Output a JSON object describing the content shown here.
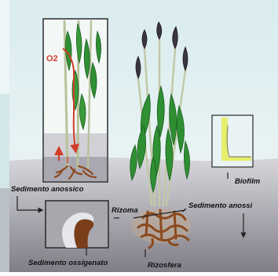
{
  "diagram": {
    "labels": {
      "oxygen": "O2",
      "anoxic_sediment_left": "Sedimento anossico",
      "anoxic_sediment_right": "Sedimento anossi",
      "biofilm": "Biofilm",
      "rhizome": "Rizoma",
      "oxygenated_sediment": "Sedimento ossigenato",
      "rhizosphere": "Rizosfera"
    },
    "colors": {
      "water": "#dfeef1",
      "sediment_top": "#d6d6dc",
      "sediment_bottom": "#86848c",
      "leaf": "#2e8b2e",
      "stem": "#bfc8a0",
      "spike": "#3a3540",
      "root": "#8b4a1e",
      "rhizome": "#7a3f1a",
      "oxygen_arrow": "#d23c2a",
      "biofilm": "#e6ee6a"
    }
  }
}
